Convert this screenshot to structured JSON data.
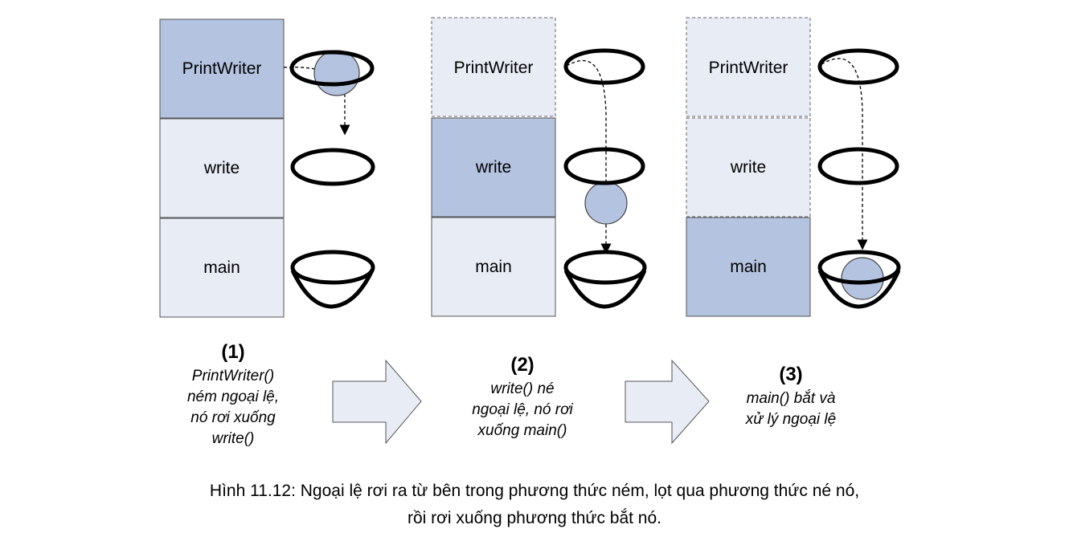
{
  "colors": {
    "active_frame": "#b4c3e0",
    "inactive_frame": "#e8ecf5",
    "exception_ball": "#b4c3e0",
    "arrow_fill": "#e8ecf5",
    "stroke": "#000000"
  },
  "panels": [
    {
      "frames": [
        "PrintWriter",
        "write",
        "main"
      ],
      "active_frame": "PrintWriter",
      "step_number": "(1)",
      "description": [
        "PrintWriter()",
        "ném ngoại lệ,",
        "nó rơi xuống",
        "write()"
      ]
    },
    {
      "frames": [
        "PrintWriter",
        "write",
        "main"
      ],
      "active_frame": "write",
      "step_number": "(2)",
      "description": [
        "write() né",
        "ngoại lệ, nó rơi",
        "xuống main()"
      ]
    },
    {
      "frames": [
        "PrintWriter",
        "write",
        "main"
      ],
      "active_frame": "main",
      "step_number": "(3)",
      "description": [
        "main() bắt và",
        "xử lý ngoại lệ"
      ]
    }
  ],
  "caption": {
    "line1": "Hình 11.12: Ngoại lệ rơi ra từ bên trong phương thức ném, lọt qua phương thức né nó,",
    "line2": "rồi rơi xuống phương thức bắt nó."
  }
}
